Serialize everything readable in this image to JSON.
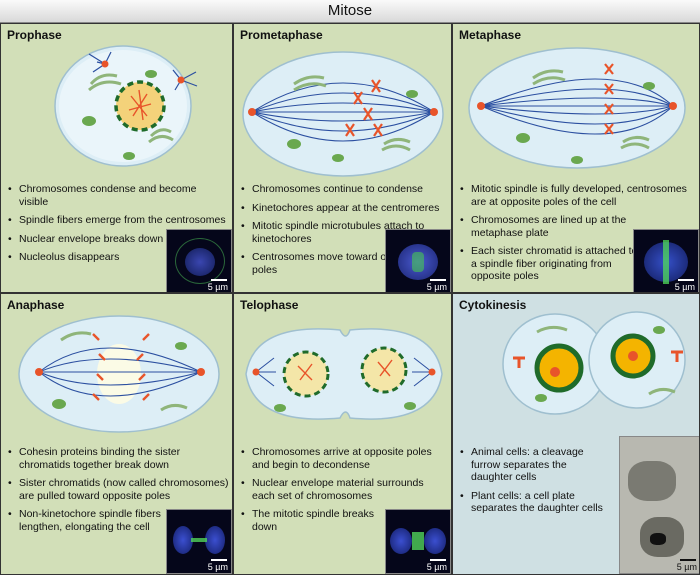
{
  "title": "Mitose",
  "scale_label": "5 µm",
  "colors": {
    "cell_fill": "#ddeef6",
    "spindle": "#2b4fa0",
    "chromosome": "#e8542a",
    "organelle": "#6aa84f",
    "nucleus_border": "#1f6b2a"
  },
  "panels": [
    {
      "title": "Prophase",
      "bullets": [
        "Chromosomes condense and become visible",
        "Spindle fibers emerge from the centrosomes",
        "Nuclear envelope breaks down",
        "Nucleolus disappears"
      ]
    },
    {
      "title": "Prometaphase",
      "bullets": [
        "Chromosomes continue to condense",
        "Kinetochores appear at the centromeres",
        "Mitotic spindle microtubules attach to kinetochores",
        "Centrosomes move toward opposite poles"
      ]
    },
    {
      "title": "Metaphase",
      "bullets": [
        "Mitotic spindle is fully developed, centrosomes are at opposite poles of the cell",
        "Chromosomes are lined up at the metaphase plate",
        "Each sister chromatid is attached to a spindle fiber originating from opposite poles"
      ]
    },
    {
      "title": "Anaphase",
      "bullets": [
        "Cohesin proteins binding the sister chromatids together break down",
        "Sister chromatids (now called chromosomes) are pulled toward opposite poles",
        "Non-kinetochore spindle fibers lengthen, elongating the cell"
      ]
    },
    {
      "title": "Telophase",
      "bullets": [
        "Chromosomes arrive at opposite poles and begin to decondense",
        "Nuclear envelope material surrounds each set of chromosomes",
        "The mitotic spindle breaks down"
      ]
    },
    {
      "title": "Cytokinesis",
      "bullets": [
        "Animal cells: a cleavage furrow separates the daughter cells",
        "Plant cells: a cell plate separates the daughter cells"
      ]
    }
  ]
}
